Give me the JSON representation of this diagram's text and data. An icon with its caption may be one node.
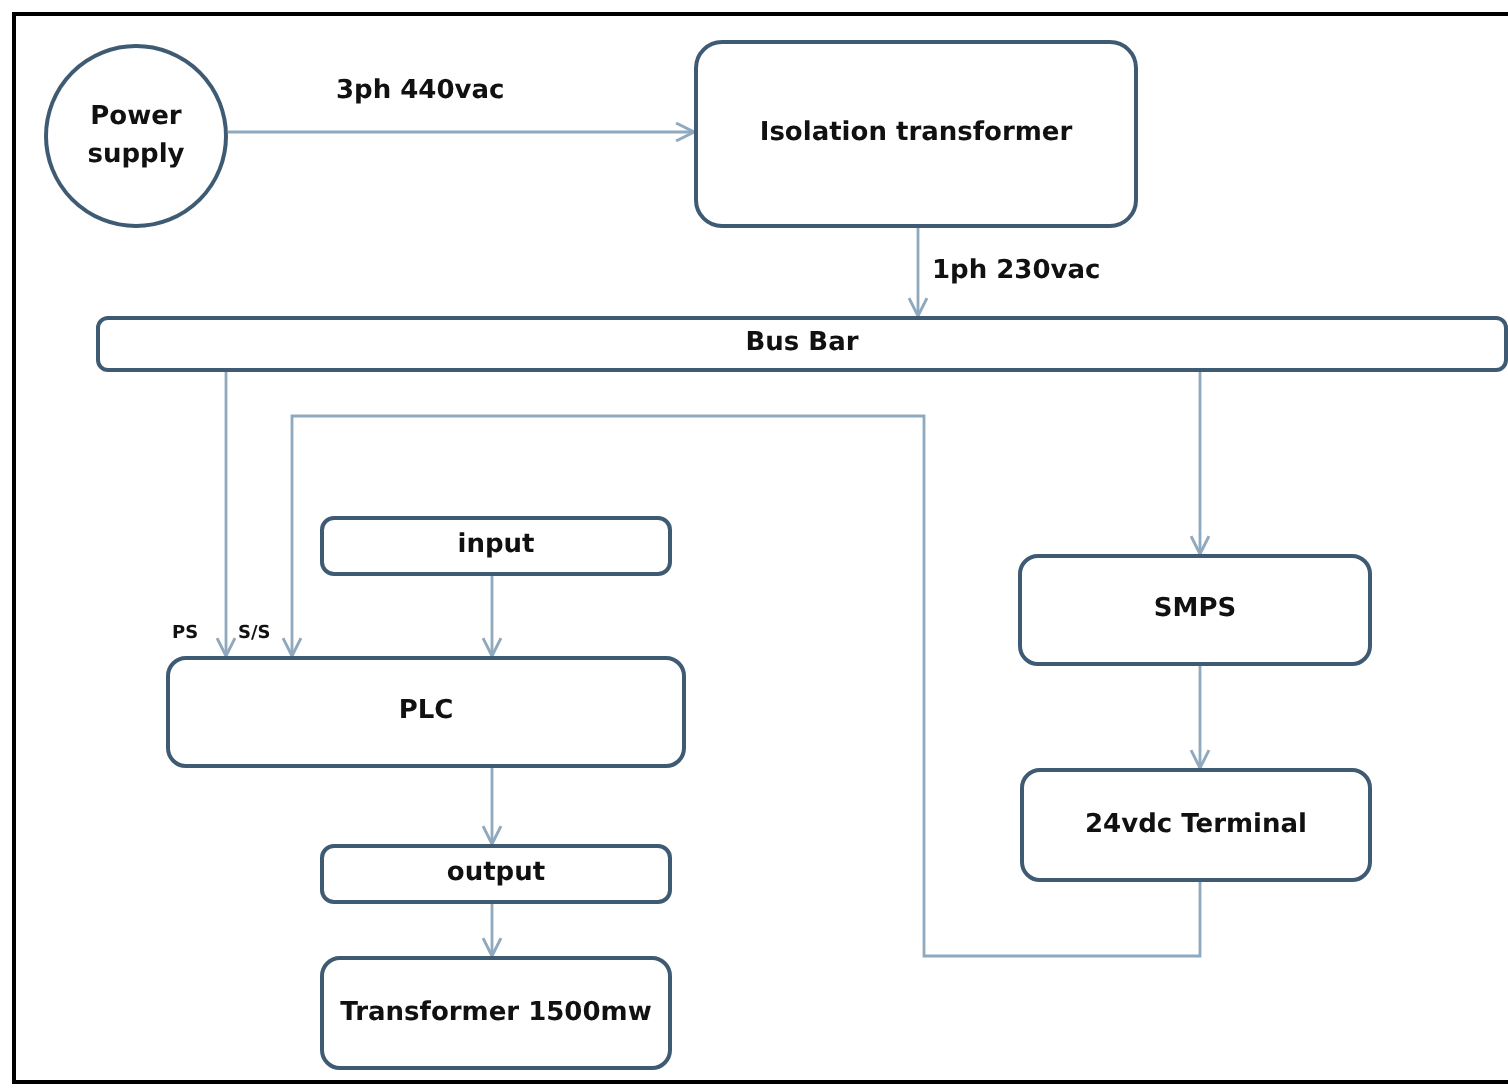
{
  "diagram": {
    "nodes": [
      {
        "text": [
          "Power supply"
        ]
      },
      {
        "text": [
          "Isolation transformer"
        ]
      },
      {
        "text": [
          "Bus Bar"
        ]
      },
      {
        "text": [
          "input"
        ]
      },
      {
        "text": [
          "PLC"
        ]
      },
      {
        "text": [
          "SMPS"
        ]
      },
      {
        "text": [
          "24vdc Terminal"
        ]
      },
      {
        "text": [
          "output"
        ]
      },
      {
        "text": [
          "Transformer 1500mw"
        ]
      }
    ],
    "edges": [
      {
        "from": 0,
        "to": 1,
        "arrow": "to",
        "label": "3ph 440vac"
      },
      {
        "from": 1,
        "to": 2,
        "arrow": "to",
        "label": "1ph 230vac"
      },
      {
        "from": 2,
        "to": 4,
        "arrow": "to",
        "label": "PS"
      },
      {
        "from": 6,
        "to": 4,
        "arrow": "to",
        "label": "S/S"
      },
      {
        "from": 3,
        "to": 4,
        "arrow": "to"
      },
      {
        "from": 2,
        "to": 5,
        "arrow": "to"
      },
      {
        "from": 5,
        "to": 6,
        "arrow": "to"
      },
      {
        "from": 4,
        "to": 7,
        "arrow": "to"
      },
      {
        "from": 7,
        "to": 8,
        "arrow": "to"
      }
    ]
  }
}
